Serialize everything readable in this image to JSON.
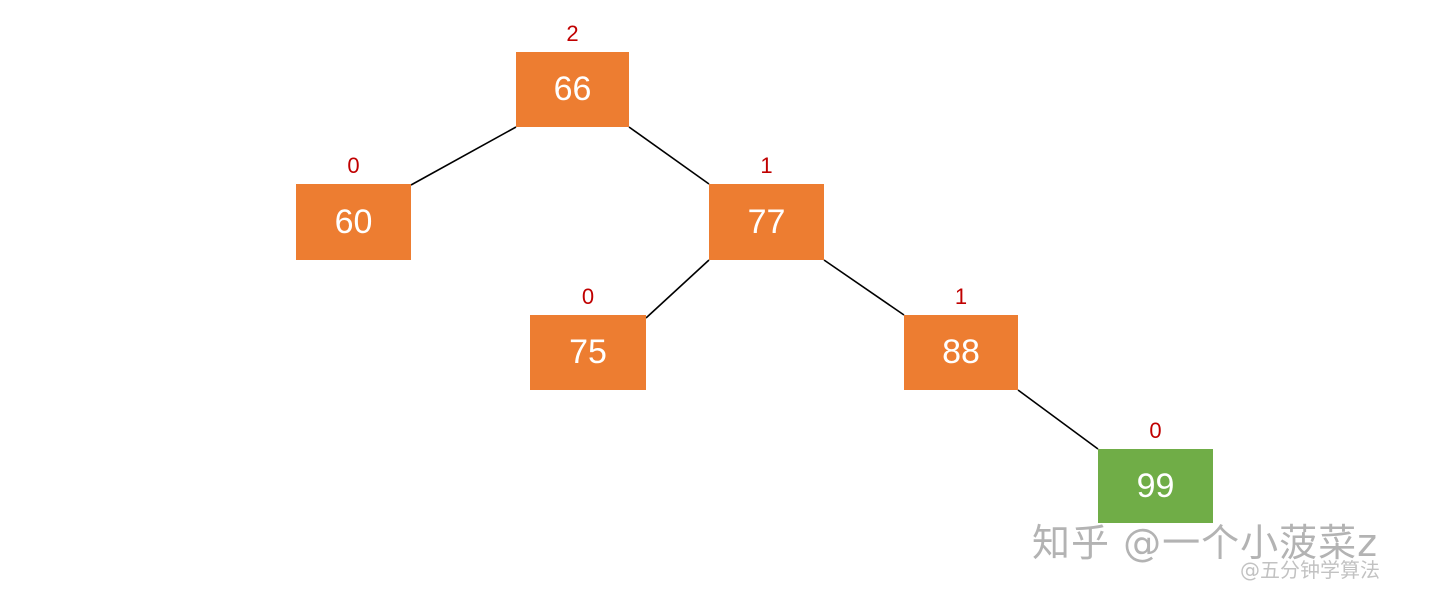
{
  "colors": {
    "node_default": "#ED7D31",
    "node_highlight": "#70AD47",
    "node_text": "#FFFFFF",
    "balance_factor": "#C00000",
    "edge": "#000000"
  },
  "tree": {
    "nodes": [
      {
        "id": "n66",
        "value": "66",
        "balance_factor": "2",
        "highlighted": false
      },
      {
        "id": "n60",
        "value": "60",
        "balance_factor": "0",
        "highlighted": false
      },
      {
        "id": "n77",
        "value": "77",
        "balance_factor": "1",
        "highlighted": false
      },
      {
        "id": "n75",
        "value": "75",
        "balance_factor": "0",
        "highlighted": false
      },
      {
        "id": "n88",
        "value": "88",
        "balance_factor": "1",
        "highlighted": false
      },
      {
        "id": "n99",
        "value": "99",
        "balance_factor": "0",
        "highlighted": true
      }
    ],
    "edges": [
      {
        "from": "n66",
        "to": "n60"
      },
      {
        "from": "n66",
        "to": "n77"
      },
      {
        "from": "n77",
        "to": "n75"
      },
      {
        "from": "n77",
        "to": "n88"
      },
      {
        "from": "n88",
        "to": "n99"
      }
    ]
  },
  "watermark": {
    "main": "知乎 @一个小菠菜z",
    "sub": "@五分钟学算法"
  }
}
